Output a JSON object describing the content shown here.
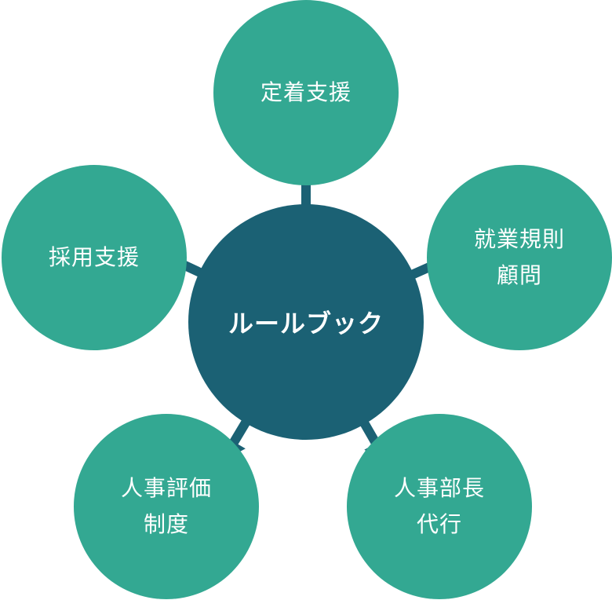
{
  "colors": {
    "center_fill": "#1b6174",
    "outer_fill": "#33a892",
    "text": "#ffffff"
  },
  "center": {
    "label": "ルールブック"
  },
  "nodes": {
    "top": {
      "lines": [
        "定着支援"
      ]
    },
    "left": {
      "lines": [
        "採用支援"
      ]
    },
    "right": {
      "lines": [
        "就業規則",
        "顧問"
      ]
    },
    "bottom_left": {
      "lines": [
        "人事評価",
        "制度"
      ]
    },
    "bottom_right": {
      "lines": [
        "人事部長",
        "代行"
      ]
    }
  }
}
